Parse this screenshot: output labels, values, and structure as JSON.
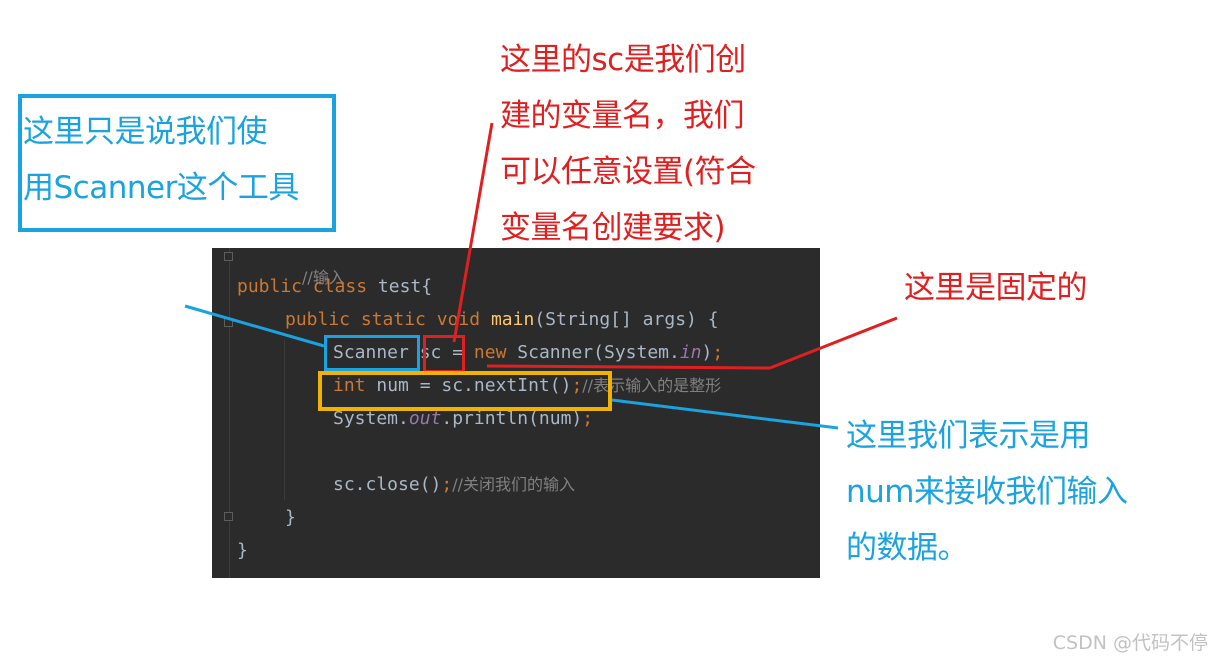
{
  "annotations": {
    "scanner_tool": "这里只是说我们使\n用Scanner这个工具",
    "sc_variable": "这里的sc是我们创\n建的变量名，我们\n可以任意设置(符合\n变量名创建要求)",
    "fixed_part": "这里是固定的",
    "num_receive": "这里我们表示是用\nnum来接收我们输入\n的数据。"
  },
  "code": {
    "line0_comment": "//输入",
    "line1": {
      "kw1": "public",
      "kw2": "class",
      "name": "test{"
    },
    "line2": {
      "kw1": "public",
      "kw2": "static",
      "kw3": "void",
      "fn": "main",
      "params": "(String[] args) {"
    },
    "line3": {
      "type": "Scanner",
      "var": "sc",
      "eq": "=",
      "kw": "new",
      "ctor": "Scanner(System.",
      "field": "in",
      "end": ")",
      "semi": ";"
    },
    "line4": {
      "kw": "int",
      "rest": "num = sc.nextInt()",
      "semi": ";",
      "comment": "//表示输入的是整形"
    },
    "line5": {
      "pre": "System.",
      "field": "out",
      "post": ".println(num)",
      "semi": ";"
    },
    "line7": {
      "call": "sc.close()",
      "semi": ";",
      "comment": "//关闭我们的输入"
    },
    "line8": "}",
    "line9": "}"
  },
  "colors": {
    "editor_bg": "#2b2b2b",
    "keyword": "#cc7832",
    "function": "#ffc66d",
    "field": "#9876aa",
    "comment": "#808080",
    "text": "#a9b7c6",
    "annotation_blue": "#1aa3e0",
    "annotation_red": "#e02020",
    "highlight_yellow": "#f0b400"
  },
  "watermark": "CSDN @代码不停"
}
